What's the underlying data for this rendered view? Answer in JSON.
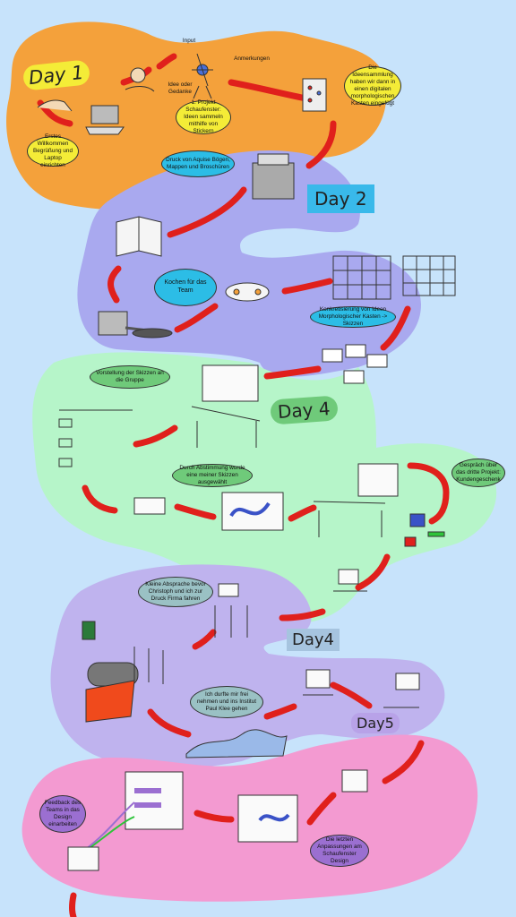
{
  "colors": {
    "background": "#c7e3fb",
    "day1_region": "#f4a13b",
    "day2_region": "#a9a9ef",
    "day3_region": "#b6f5c9",
    "day4_region": "#bfb3ee",
    "day5_region": "#f39ad1",
    "connector": "#e0201c",
    "bubble_yellow": "#f4ec37",
    "bubble_blue": "#2cbde6",
    "bubble_green": "#6fca7a",
    "bubble_teal": "#9ac1c4",
    "bubble_purple": "#9b6fd1",
    "day2_tag": "#39b9ea"
  },
  "days": {
    "day1": "Day 1",
    "day2": "Day 2",
    "day3": "Day 4",
    "day4": "Day4",
    "day5": "Day5"
  },
  "labels": {
    "input": "Input",
    "anmerkungen": "Anmerkungen",
    "idee_oder_gedanke": "Idee oder Gedanke",
    "projekt1": "1. Projekt Schaufenster: Ideen sammeln mithilfe von Stickern",
    "ideensammlung": "Die Ideensammlung haben wir dann in einen digitalen morphologischen Kasten eingefügt",
    "willkommen": "Erstes Willkommen Begrüßung und Laptop einrichten",
    "druck": "Druck von Aquise Bögen, Mappen und Broschüren",
    "kochen": "Kochen für das Team",
    "konkretisierung": "Konkretisierung von Ideen Morphologischer Kasten -> Skizzen",
    "vorstellung": "Vorstellung der Skizzen an die Gruppe",
    "abstimmung": "Durch Abstimmung wurde eine meiner Skizzen ausgewählt",
    "projekt3": "Gespräch über das dritte Projekt: Kundengeschenk",
    "absprache": "Kleine Absprache bevor Christoph und ich zur Druck Firma fahren",
    "institut": "Ich durfte mir frei nehmen und ins Institut Paul Klee gehen",
    "feedback": "Feedback des Teams in das Design einarbeiten",
    "anpassungen": "Die letzten Anpassungen am Schaufenster Design"
  }
}
